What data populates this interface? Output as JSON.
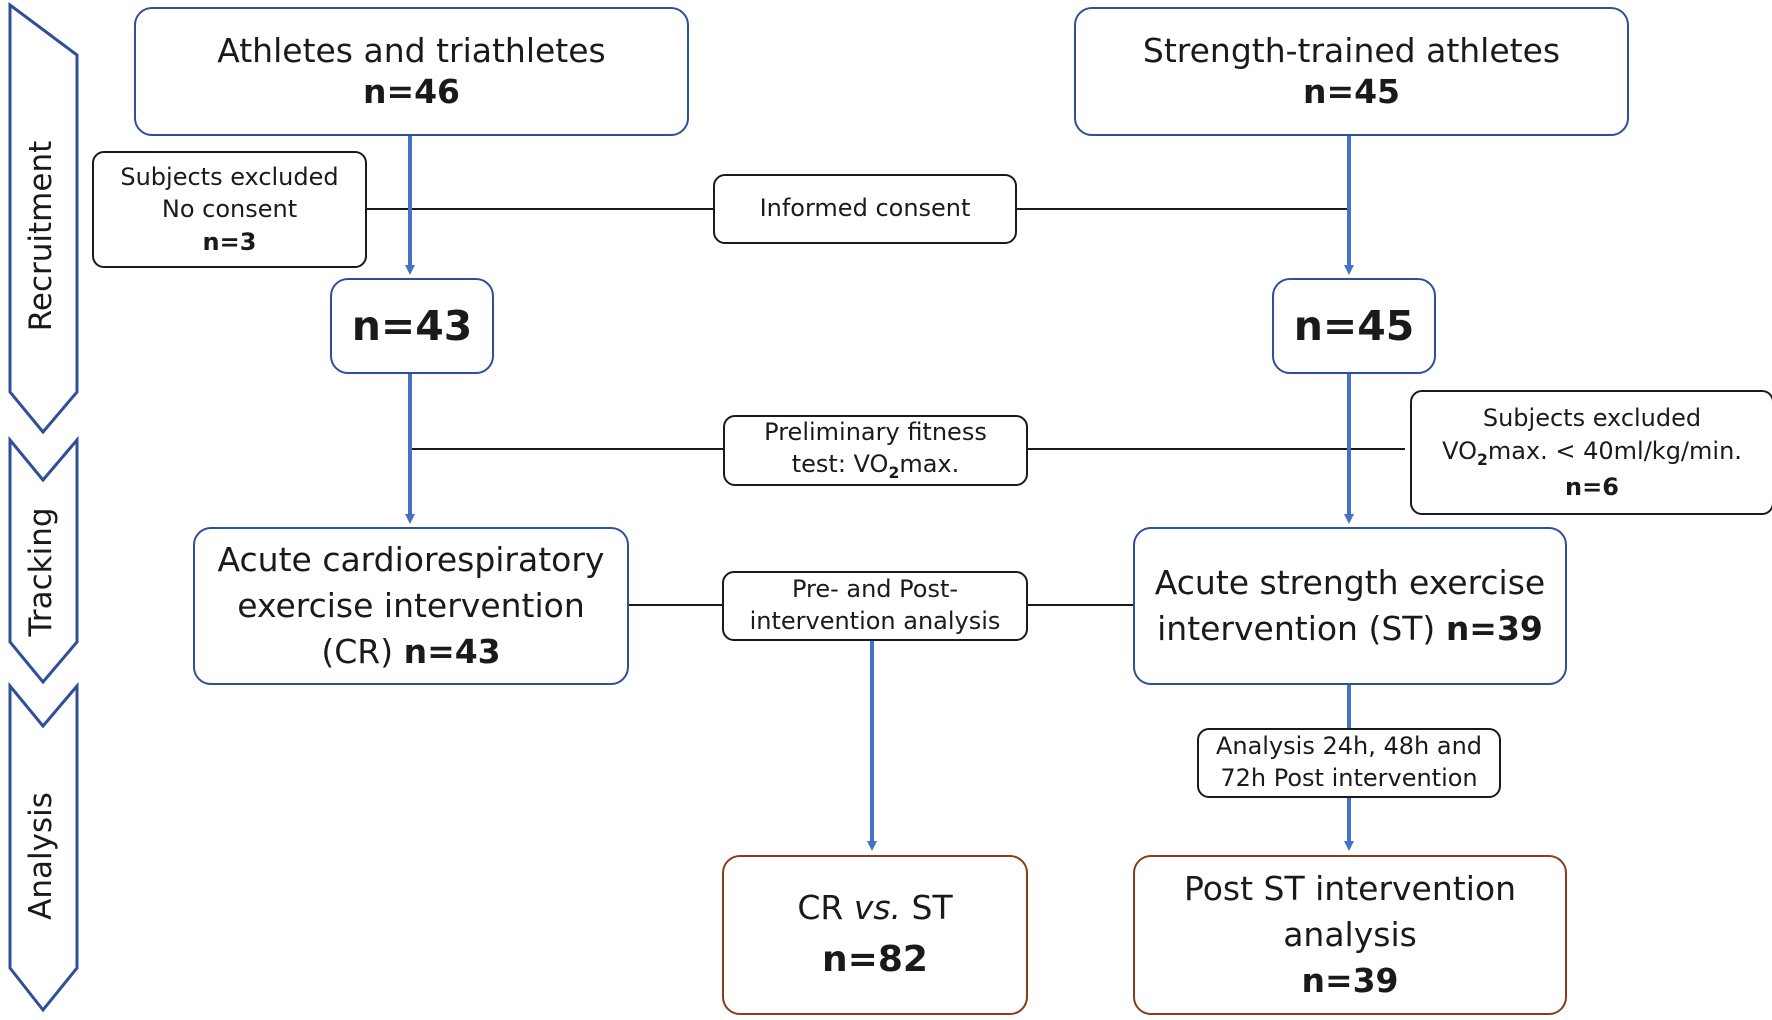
{
  "stages": [
    "Recruitment",
    "Tracking",
    "Analysis"
  ],
  "boxes": {
    "athletes": {
      "title": "Athletes and triathletes",
      "n": "n=46"
    },
    "strength_trained": {
      "title": "Strength-trained athletes",
      "n": "n=45"
    },
    "excluded_consent": {
      "line1": "Subjects excluded",
      "line2": "No consent",
      "n": "n=3"
    },
    "informed_consent": {
      "label": "Informed consent"
    },
    "left_count": {
      "n": "n=43"
    },
    "right_count": {
      "n": "n=45"
    },
    "fitness_test": {
      "line1": "Preliminary fitness",
      "line2_pre": "test: VO",
      "line2_sub": "2",
      "line2_post": "max."
    },
    "excluded_vo2": {
      "line1": "Subjects excluded",
      "line2_pre": "VO",
      "line2_sub": "2",
      "line2_post": "max. < 40ml/kg/min.",
      "n": "n=6"
    },
    "cr_intervention": {
      "line1": "Acute cardiorespiratory",
      "line2": "exercise intervention",
      "line3": "(CR)",
      "n": "n=43"
    },
    "pre_post": {
      "line1": "Pre- and Post-",
      "line2": "intervention analysis"
    },
    "st_intervention": {
      "line1": "Acute strength exercise",
      "line2": "intervention (ST)",
      "n": "n=39"
    },
    "analysis_times": {
      "line1": "Analysis 24h, 48h and",
      "line2": "72h Post intervention"
    },
    "cr_vs_st": {
      "cr": "CR",
      "vs": "vs.",
      "st": "ST",
      "n": "n=82"
    },
    "post_st": {
      "line1": "Post ST intervention",
      "line2": "analysis",
      "n": "n=39"
    }
  },
  "colors": {
    "stage_chevron": "#2f4f99",
    "arrow": "#4472c4",
    "box_border": "#2f4f99",
    "result_border": "#8b3a1a",
    "line": "#1a1a1a"
  }
}
